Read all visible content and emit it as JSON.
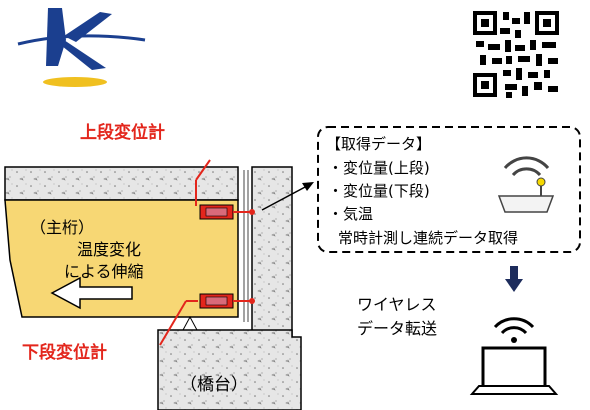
{
  "labels": {
    "upper_sensor": "上段変位計",
    "lower_sensor": "下段変位計",
    "girder": "（主桁）",
    "expansion_line1": "温度変化",
    "expansion_line2": "による伸縮",
    "abutment": "（橋台）",
    "wireless_line1": "ワイヤレス",
    "wireless_line2": "データ転送"
  },
  "data_box": {
    "title": "【取得データ】",
    "items": [
      "・変位量(上段)",
      "・変位量(下段)",
      "・気温"
    ],
    "footer": "常時計測し連続データ取得"
  },
  "icons": [
    "company-logo",
    "qr-code-icon",
    "wireless-router-icon",
    "down-arrow-icon",
    "laptop-wifi-icon"
  ],
  "colors": {
    "girder_fill": "#f7d774",
    "concrete_fill": "#e6e6e6",
    "sensor_red": "#e3261c",
    "logo_blue": "#1b3f8f",
    "logo_gold": "#f0c020",
    "router_yellow": "#f5d800"
  }
}
